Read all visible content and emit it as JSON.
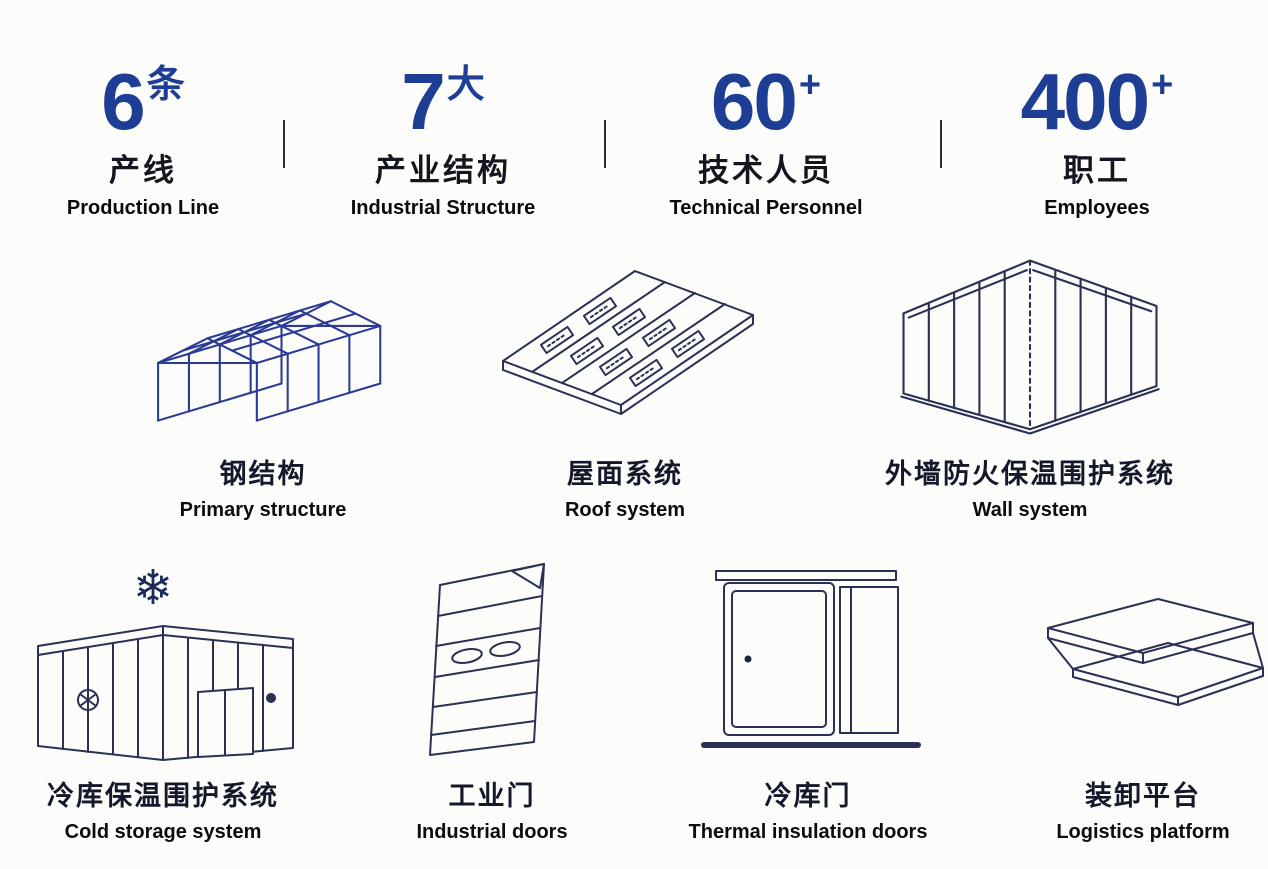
{
  "stats": [
    {
      "number": "6",
      "unit": "条",
      "label_cn": "产线",
      "label_en": "Production Line"
    },
    {
      "number": "7",
      "unit": "大",
      "label_cn": "产业结构",
      "label_en": "Industrial Structure"
    },
    {
      "number": "60",
      "unit": "+",
      "label_cn": "技术人员",
      "label_en": "Technical Personnel"
    },
    {
      "number": "400",
      "unit": "+",
      "label_cn": "职工",
      "label_en": "Employees"
    }
  ],
  "categories": {
    "row1": [
      {
        "label_cn": "钢结构",
        "label_en": "Primary structure",
        "icon": "steel-structure-icon"
      },
      {
        "label_cn": "屋面系统",
        "label_en": "Roof system",
        "icon": "roof-system-icon"
      },
      {
        "label_cn": "外墙防火保温围护系统",
        "label_en": "Wall system",
        "icon": "wall-system-icon"
      }
    ],
    "row2": [
      {
        "label_cn": "冷库保温围护系统",
        "label_en": "Cold storage system",
        "icon": "cold-storage-icon"
      },
      {
        "label_cn": "工业门",
        "label_en": "Industrial doors",
        "icon": "industrial-door-icon"
      },
      {
        "label_cn": "冷库门",
        "label_en": "Thermal insulation doors",
        "icon": "cold-storage-door-icon"
      },
      {
        "label_cn": "装卸平台",
        "label_en": "Logistics platform",
        "icon": "loading-platform-icon"
      }
    ]
  },
  "icons": {
    "snowflake_glyph": "❄"
  },
  "colors": {
    "accent_blue": "#1e3e96",
    "steel_blue": "#2b3a94",
    "line_navy": "#2a3154",
    "ink": "#0c0c0c"
  }
}
